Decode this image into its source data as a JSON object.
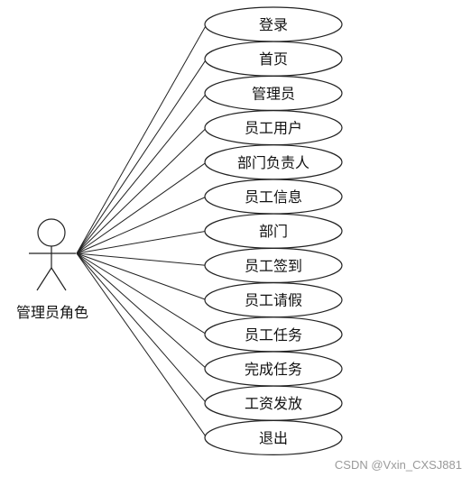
{
  "actor": {
    "label": "管理员角色"
  },
  "use_cases": [
    "登录",
    "首页",
    "管理员",
    "员工用户",
    "部门负责人",
    "员工信息",
    "部门",
    "员工签到",
    "员工请假",
    "员工任务",
    "完成任务",
    "工资发放",
    "退出"
  ],
  "watermark": "CSDN @Vxin_CXSJ881"
}
